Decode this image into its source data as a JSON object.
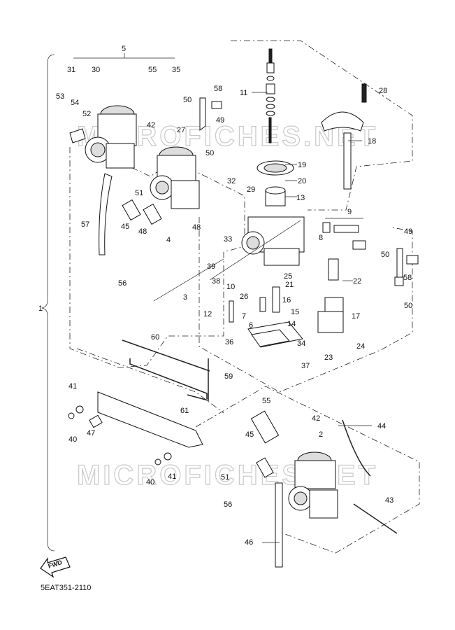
{
  "watermark": "MICROFICHES.NET",
  "reference_code": "5EAT351-2110",
  "fwd_label": "FWD",
  "callouts": {
    "c1": "1",
    "c2": "2",
    "c3": "3",
    "c4": "4",
    "c5": "5",
    "c6": "6",
    "c7": "7",
    "c8": "8",
    "c9": "9",
    "c10": "10",
    "c11": "11",
    "c12": "12",
    "c13": "13",
    "c14": "14",
    "c15": "15",
    "c16": "16",
    "c17": "17",
    "c18": "18",
    "c19": "19",
    "c20": "20",
    "c21": "21",
    "c22": "22",
    "c23": "23",
    "c24": "24",
    "c25": "25",
    "c26": "26",
    "c27": "27",
    "c28": "28",
    "c29": "29",
    "c30": "30",
    "c31": "31",
    "c32": "32",
    "c33": "33",
    "c34": "34",
    "c35": "35",
    "c36": "36",
    "c37": "37",
    "c38": "38",
    "c39": "39",
    "c40": "40",
    "c41": "41",
    "c42": "42",
    "c43": "43",
    "c44": "44",
    "c45": "45",
    "c46": "46",
    "c47": "47",
    "c48": "48",
    "c49": "49",
    "c50": "50",
    "c51": "51",
    "c52": "52",
    "c53": "53",
    "c54": "54",
    "c55": "55",
    "c56": "56",
    "c57": "57",
    "c58": "58",
    "c59": "59",
    "c60": "60",
    "c61": "61"
  }
}
